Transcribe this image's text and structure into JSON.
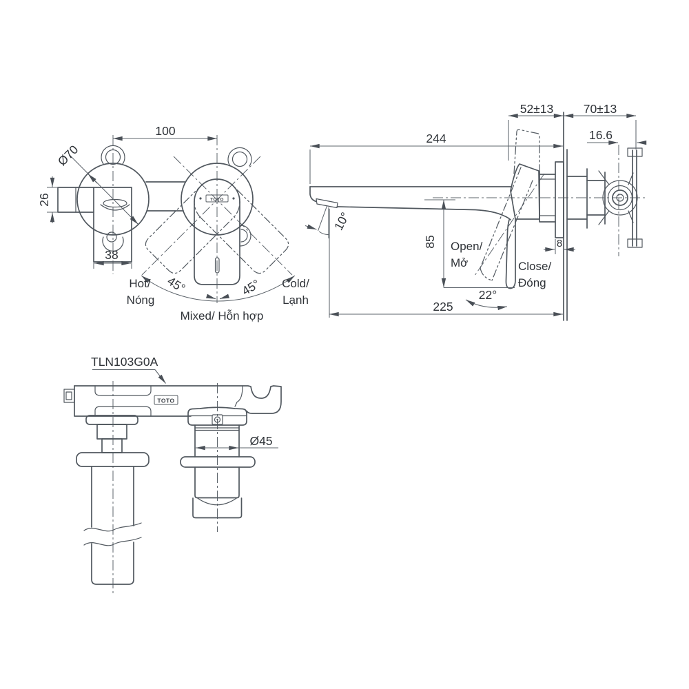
{
  "drawing": {
    "brand_logo": "TOTO",
    "model": "TLN103G0A",
    "front": {
      "dim_spacing": "100",
      "dim_escutcheon_dia": "Ø70",
      "dim_spout_height": "26",
      "dim_body_width": "38",
      "angle_left": "45°",
      "angle_right": "45°",
      "hot_1": "Hot/",
      "hot_2": "Nóng",
      "cold_1": "Cold/",
      "cold_2": "Lạnh",
      "mixed": "Mixed/ Hỗn hợp"
    },
    "side": {
      "dim_spout_reach": "244",
      "dim_handle_clearance": "52±13",
      "dim_wall_embed": "70±13",
      "dim_valve_inset": "16.6",
      "dim_drop": "85",
      "dim_plate_thickness": "8",
      "dim_outlet_to_wall": "225",
      "angle_open": "22°",
      "angle_spout_tilt": "10°",
      "open_1": "Open/",
      "open_2": "Mở",
      "close_1": "Close/",
      "close_2": "Đóng"
    },
    "bottom": {
      "dim_valve_dia": "Ø45"
    },
    "colors": {
      "line": "#50575e",
      "text": "#2f3338",
      "background": "#ffffff"
    }
  }
}
